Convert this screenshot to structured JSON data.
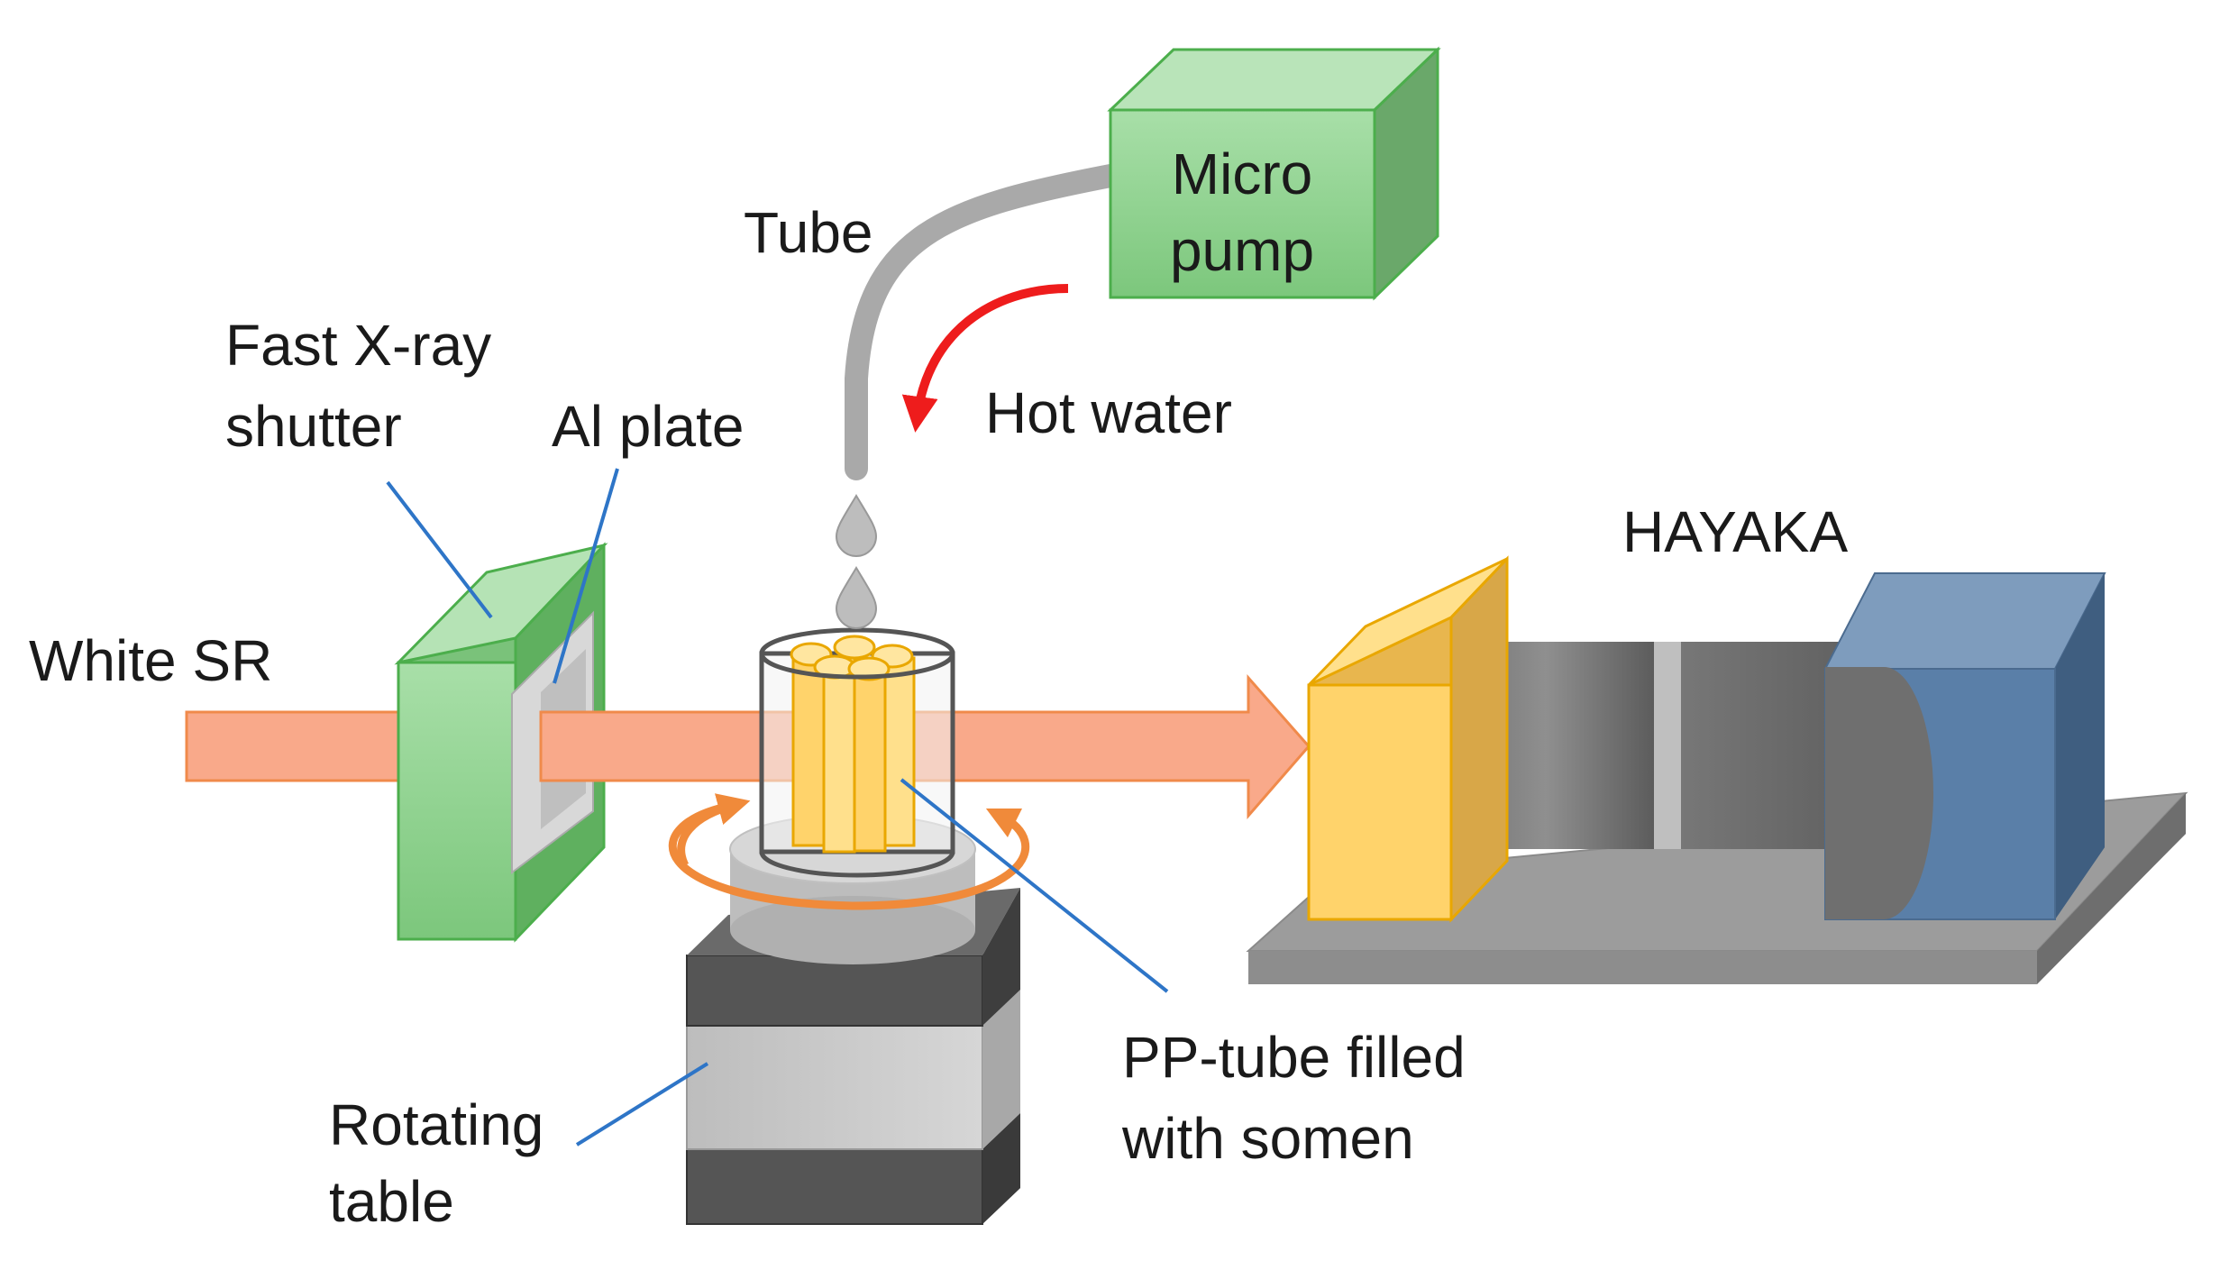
{
  "labels": {
    "micro_pump_line1": "Micro",
    "micro_pump_line2": "pump",
    "tube": "Tube",
    "hot_water": "Hot water",
    "fast_xray_shutter_line1": "Fast X-ray",
    "fast_xray_shutter_line2": "shutter",
    "al_plate": "Al plate",
    "white_sr": "White SR",
    "hayaka": "HAYAKA",
    "pp_tube_line1": "PP-tube filled",
    "pp_tube_line2": "with somen",
    "rotating_table_line1": "Rotating",
    "rotating_table_line2": "table"
  },
  "colors": {
    "pump": "#8fd18f",
    "shutter": "#8fd18f",
    "beam": "#f9a98a",
    "beam_stroke": "#f08a4b",
    "scintillator": "#ffd36b",
    "camera": "#5a7fa8",
    "leader_line": "#2e75c7",
    "rotation_arrow": "#f08a3a",
    "flow_arrow": "#ee1c1c"
  }
}
